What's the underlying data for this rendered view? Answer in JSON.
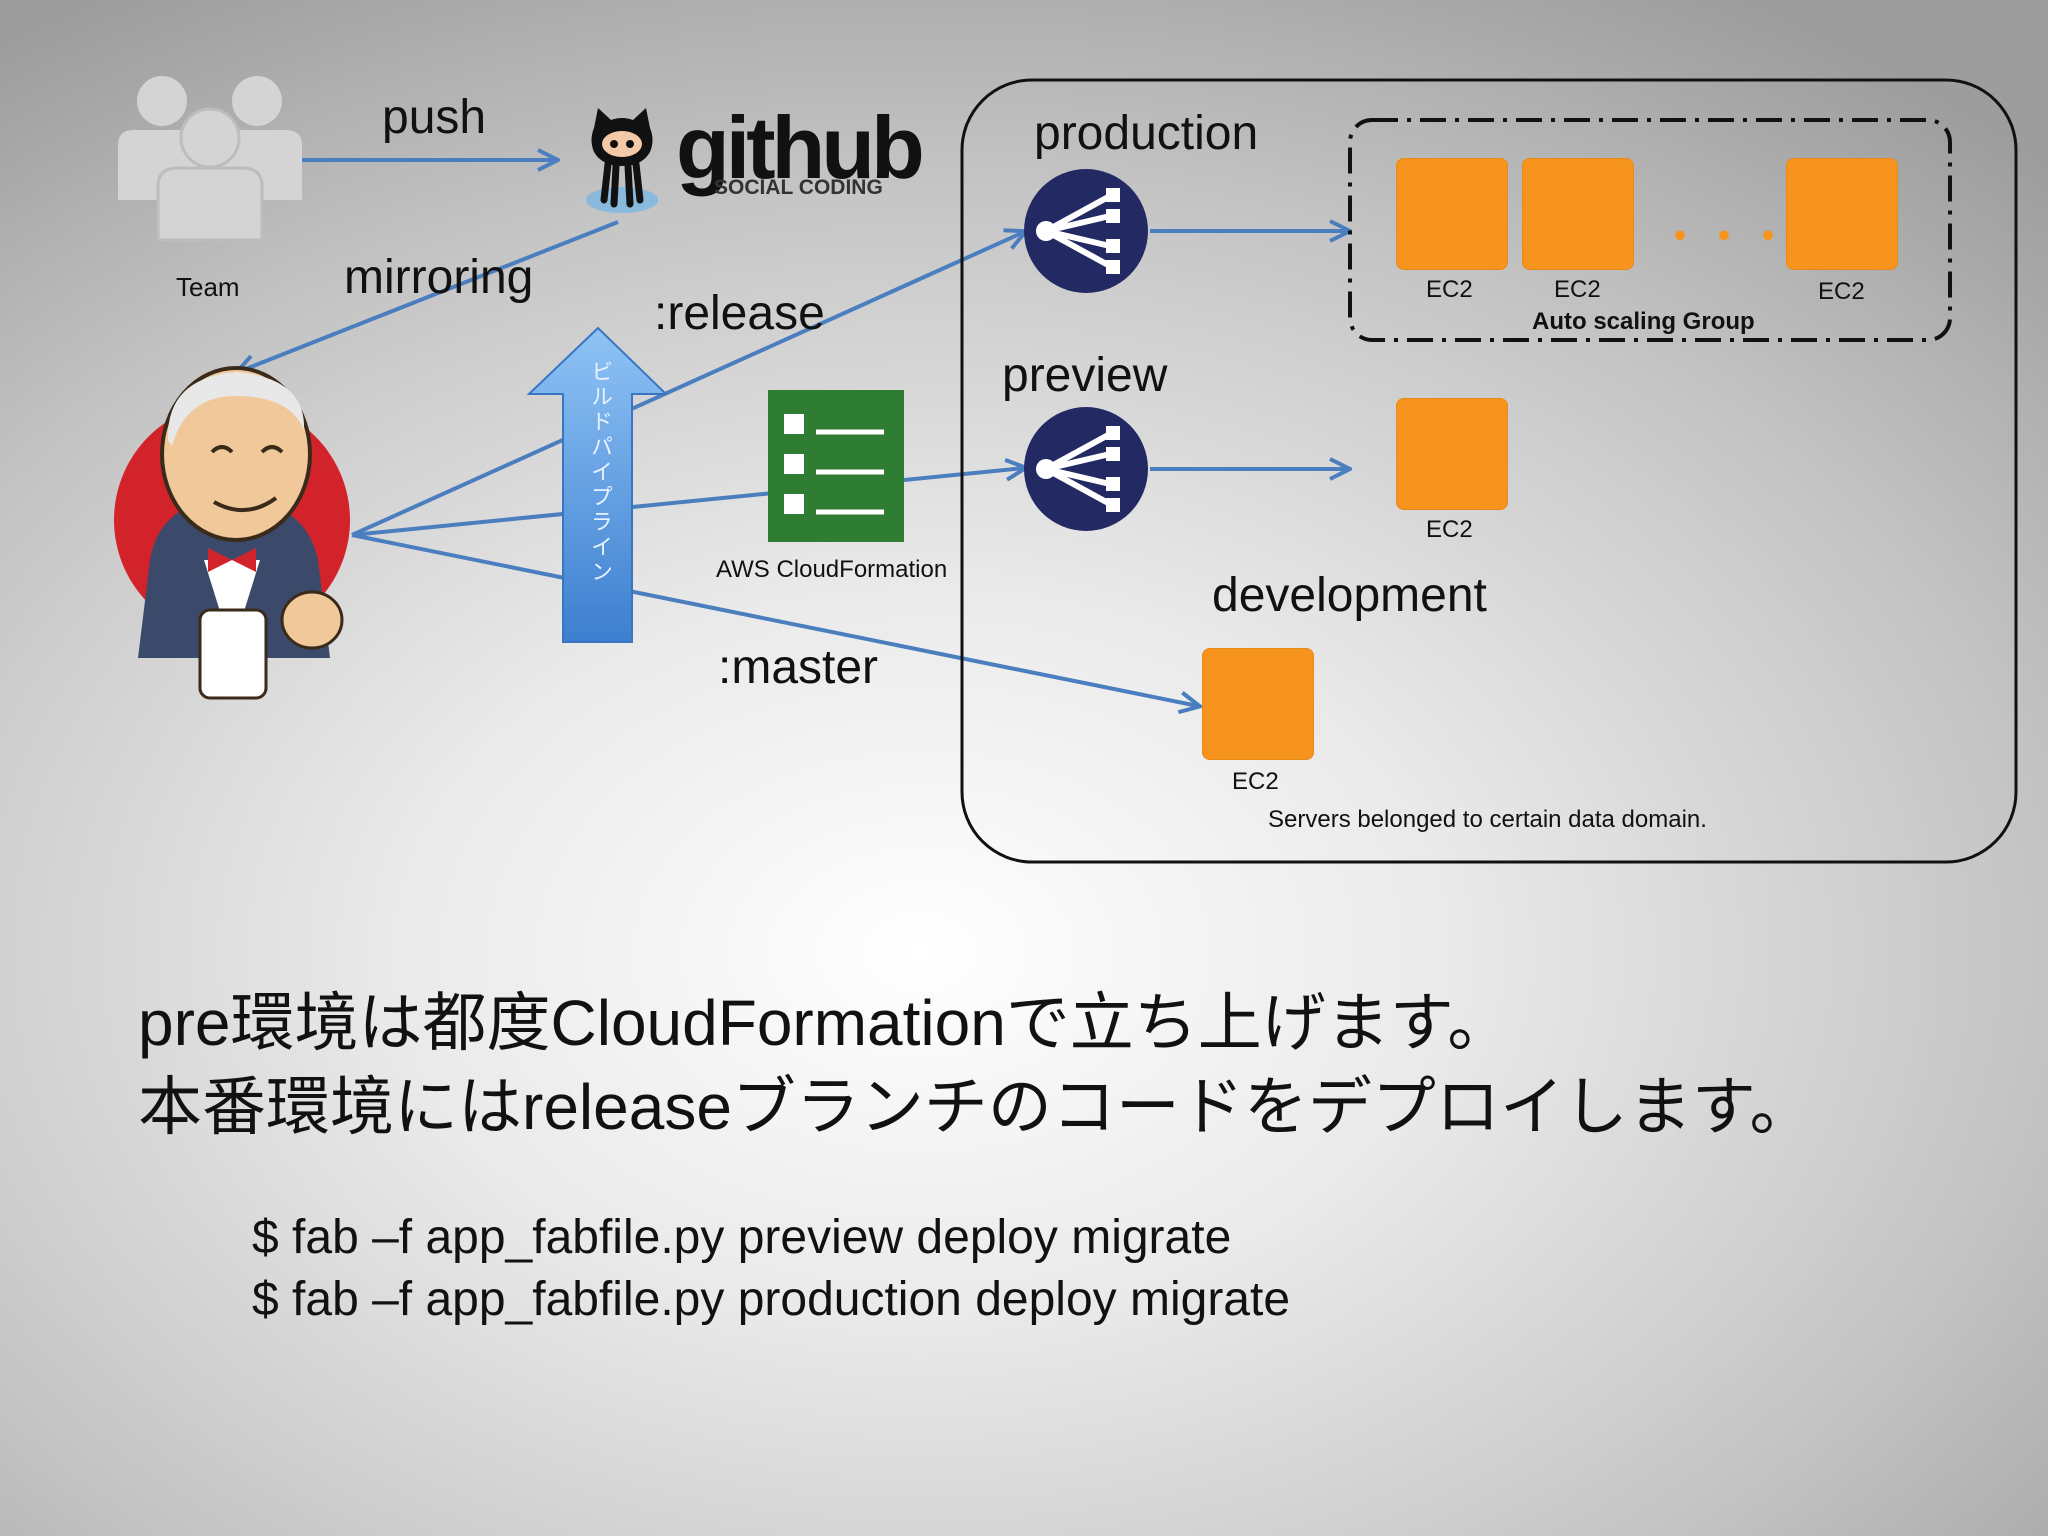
{
  "nodes": {
    "team": "Team",
    "github_word": "github",
    "github_sub": "SOCIAL CODING",
    "cloudformation": "AWS CloudFormation",
    "pipeline": "ビルドパイプライン"
  },
  "edges": {
    "push": "push",
    "mirroring": "mirroring",
    "release": ":release",
    "master": ":master"
  },
  "environments": {
    "production": "production",
    "preview": "preview",
    "development": "development",
    "asg_label": "Auto scaling Group",
    "ec2": "EC2",
    "ellipsis": "・・・",
    "domain_caption": "Servers belonged to certain data domain."
  },
  "text": {
    "line1_a": "pre",
    "line1_b": "環境は都度",
    "line1_c": "CloudFormation",
    "line1_d": "で立ち上げます。",
    "line2_a": "本番環境には",
    "line2_b": "release",
    "line2_c": "ブランチのコードをデプロイします。",
    "cmd1": "$ fab –f app_fabfile.py preview deploy migrate",
    "cmd2": "$ fab –f app_fabfile.py production deploy migrate"
  },
  "colors": {
    "arrow": "#4a7ebf",
    "ec2": "#f7941d",
    "elb": "#232a63",
    "cfn": "#2e7d32",
    "jenkins_red": "#d2232a",
    "pipeline_blue": "#4a90e2"
  }
}
